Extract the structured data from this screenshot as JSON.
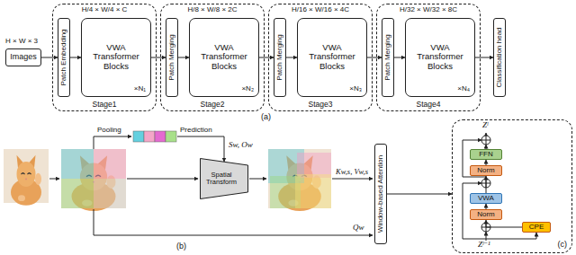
{
  "diagram": {
    "nodes": [
      {
        "text": [
          "Images"
        ]
      },
      {
        "text": [
          "H/4 × W/4 × C",
          "Stage1"
        ]
      },
      {
        "text": [
          "Patch Embedding"
        ],
        "in": 1
      },
      {
        "text": [
          "VWA Transformer Blocks",
          "×N₁"
        ],
        "in": 1
      },
      {
        "text": [
          "H/8 × W/8 × 2C",
          "Stage2"
        ]
      },
      {
        "text": [
          "Patch Merging"
        ],
        "in": 4
      },
      {
        "text": [
          "VWA Transformer Blocks",
          "×N₂"
        ],
        "in": 4
      },
      {
        "text": [
          "H/16 × W/16 × 4C",
          "Stage3"
        ]
      },
      {
        "text": [
          "Patch Merging"
        ],
        "in": 7
      },
      {
        "text": [
          "VWA Transformer Blocks",
          "×N₃"
        ],
        "in": 7
      },
      {
        "text": [
          "H/32 × W/32 × 8C",
          "Stage4"
        ]
      },
      {
        "text": [
          "Patch Merging"
        ],
        "in": 10
      },
      {
        "text": [
          "VWA Transformer Blocks",
          "×N₄"
        ],
        "in": 10
      },
      {
        "text": [
          "Classification head"
        ]
      },
      {
        "text": [
          "Spatial Transform"
        ]
      },
      {
        "text": [
          "Window-based Attention"
        ]
      },
      {
        "text": [
          "(c)"
        ]
      },
      {
        "text": [
          "FFN"
        ],
        "in": 16
      },
      {
        "text": [
          "Norm"
        ],
        "in": 16
      },
      {
        "text": [
          "VWA"
        ],
        "in": 16
      },
      {
        "text": [
          "Norm"
        ],
        "in": 16
      },
      {
        "text": [
          "CPE"
        ],
        "in": 16
      }
    ],
    "edges": [
      {
        "from": 0,
        "to": 2,
        "arrow": "to"
      },
      {
        "from": 2,
        "to": 3,
        "arrow": "to"
      },
      {
        "from": 3,
        "to": 5,
        "arrow": "to"
      },
      {
        "from": 5,
        "to": 6,
        "arrow": "to"
      },
      {
        "from": 6,
        "to": 8,
        "arrow": "to"
      },
      {
        "from": 8,
        "to": 9,
        "arrow": "to"
      },
      {
        "from": 9,
        "to": 11,
        "arrow": "to"
      },
      {
        "from": 11,
        "to": 12,
        "arrow": "to"
      },
      {
        "from": 12,
        "to": 13,
        "arrow": "to"
      },
      {
        "from": 15,
        "to": 16,
        "arrow": "to"
      },
      {
        "from": 20,
        "to": 19,
        "arrow": "to"
      },
      {
        "from": 19,
        "to": 18,
        "arrow": "to"
      },
      {
        "from": 18,
        "to": 17,
        "arrow": "to"
      },
      {
        "from": 21,
        "to": 20,
        "arrow": "to"
      }
    ],
    "labels": [
      "H × W × 3",
      "(a)",
      "Pooling",
      "Prediction",
      "Sw, Ow",
      "Kw,s, Vw,s",
      "Qw",
      "(b)",
      "Zˡ",
      "Zˡ⁻¹"
    ]
  }
}
